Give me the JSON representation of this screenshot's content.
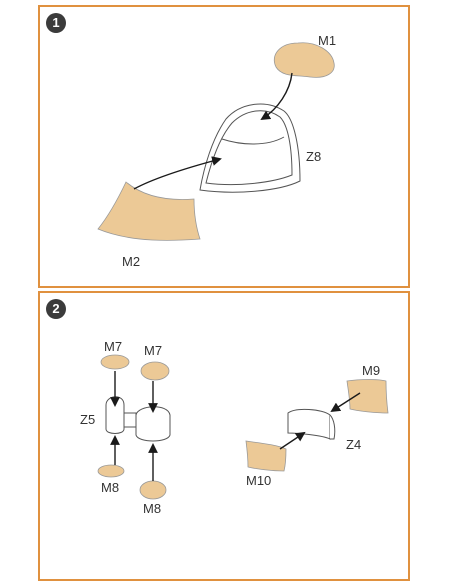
{
  "steps": [
    {
      "number": "1",
      "labels": {
        "m1": "M1",
        "z8": "Z8",
        "m2": "M2"
      }
    },
    {
      "number": "2",
      "labels": {
        "m7_left": "M7",
        "m7_right": "M7",
        "z5": "Z5",
        "m8_left": "M8",
        "m8_right": "M8",
        "m9": "M9",
        "z4": "Z4",
        "m10": "M10"
      }
    }
  ],
  "colors": {
    "frame": "#e0913f",
    "mask_fill": "#ecc996",
    "badge": "#3b3b3b"
  }
}
